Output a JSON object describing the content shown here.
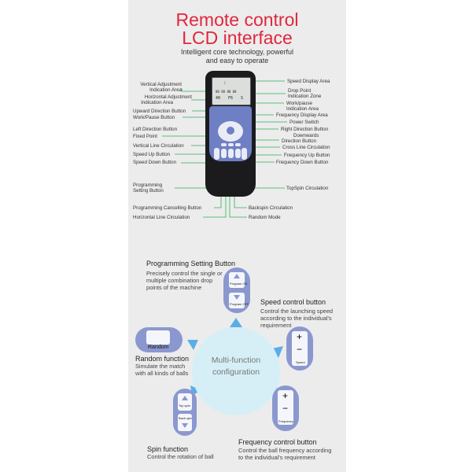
{
  "header": {
    "title_line1": "Remote control",
    "title_line2": "LCD interface",
    "subtitle_line1": "Intelligent core technology, powerful",
    "subtitle_line2": "and easy to operate"
  },
  "remote": {
    "lcd_digits": "88 88 88 88",
    "lcd_values": [
      "40",
      "F6",
      "S"
    ]
  },
  "callouts": {
    "left": [
      "Vertical Adjustment",
      "Indication Area",
      "Horizontal Adjustment",
      "Indication Area",
      "Upward Direction Button",
      "Work/Pause Button",
      "Left Direction Button",
      "Fixed Point",
      "Vertical Line Circulation",
      "Speed Up Button",
      "Speed Down Button",
      "Programming",
      "Setting Button"
    ],
    "right": [
      "Speed Display Area",
      "Drop Point",
      "Indication Zone",
      "Work/pause",
      "Indication Area",
      "Frequency Display Area",
      "Power Switch",
      "Right Direction Button",
      "Downwards",
      "Direction Button",
      "Cross Line Circulation",
      "Frequency Up Button",
      "Frequency Down Button",
      "TopSpin Circulation"
    ],
    "bottom": [
      "Programming Cancelling Button",
      "Backspin Circulation",
      "Horizontal Line Circulation",
      "Random Mode"
    ]
  },
  "functions": {
    "hub_line1": "Multi-function",
    "hub_line2": "configuration",
    "programming": {
      "title": "Programming Setting Button",
      "desc": [
        "Precisely control the single or",
        "multiple combination drop",
        "points of the machine"
      ],
      "key_on": "Program ON",
      "key_off": "Program OFF"
    },
    "speed": {
      "title": "Speed control button",
      "desc": [
        "Control the launching speed",
        "according to the individual's",
        "requirement"
      ],
      "key_plus": "+",
      "key_minus": "−",
      "key_label": "Speed"
    },
    "random": {
      "title": "Random function",
      "desc": [
        "Simulate the match",
        "with all kinds of balls"
      ],
      "key_label": "Random"
    },
    "spin": {
      "title": "Spin function",
      "desc": [
        "Control the rotation of ball"
      ],
      "key_top": "Top spin",
      "key_back": "Back spin"
    },
    "frequency": {
      "title": "Frequency control button",
      "desc": [
        "Control the ball frequency according",
        "to the individual's requirement"
      ],
      "key_plus": "+",
      "key_minus": "−",
      "key_label": "Frequency"
    }
  },
  "colors": {
    "title_red": "#e0283e",
    "leader_green": "#2fae5a",
    "remote_blue": "#6f7fc4",
    "pill_blue": "#8b98cf",
    "arrow_blue": "#5aaee6",
    "hub": "#d6eff7"
  }
}
